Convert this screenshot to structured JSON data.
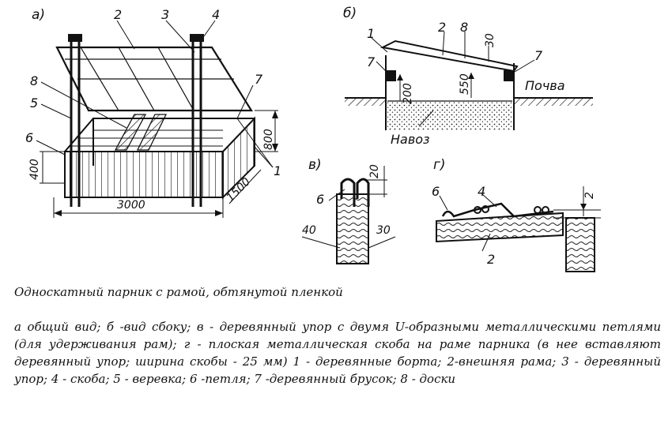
{
  "figure": {
    "panels": {
      "a": "а)",
      "b": "б)",
      "v": "в)",
      "g": "г)"
    },
    "view_a": {
      "labels": [
        "2",
        "3",
        "4",
        "8",
        "5",
        "6",
        "7",
        "1"
      ],
      "dims": {
        "width": "3000",
        "depth": "1500",
        "height": "800",
        "board": "400"
      }
    },
    "view_b": {
      "labels": [
        "1",
        "2",
        "8",
        "7",
        "7"
      ],
      "dims": {
        "gap": "30",
        "low": "200",
        "high": "550"
      },
      "soil": "Почва",
      "manure": "Навоз"
    },
    "view_v": {
      "labels": [
        "6"
      ],
      "dims": {
        "top": "20",
        "left": "40",
        "right": "30"
      }
    },
    "view_g": {
      "labels": [
        "6",
        "4",
        "2"
      ],
      "dims": {
        "gap": "2"
      }
    }
  },
  "caption": {
    "title": "Односкатный парник с рамой, обтянутой пленкой",
    "body": "а общий вид; б -вид сбоку; в - деревянный упор с двумя U-образными металлическими петлями (для удерживания рам); г - плоская металлическая скоба на раме парника (в нее вставляют деревянный упор; ширина скобы - 25 мм) 1 - деревянные борта; 2-внешняя рама; 3 - деревянный упор; 4 - скоба; 5 - веревка; 6 -петля; 7 -деревянный брусок; 8 - доски"
  }
}
